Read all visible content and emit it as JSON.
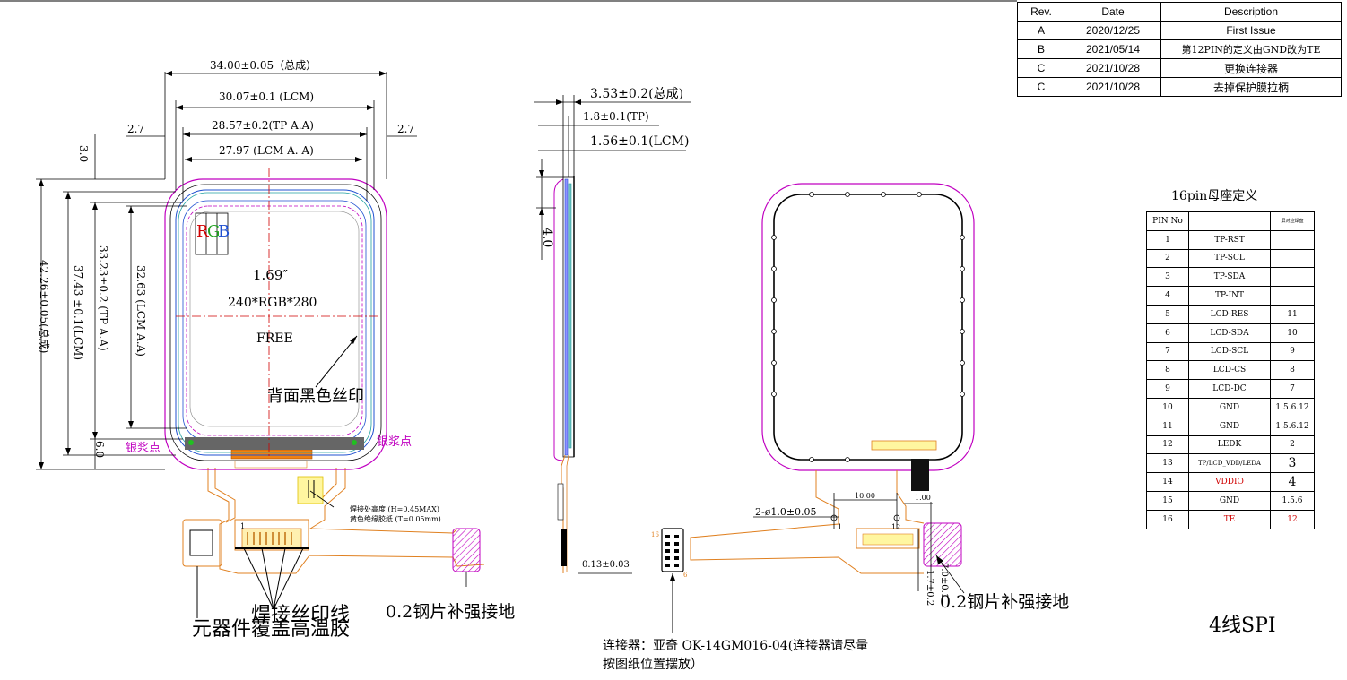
{
  "revision_table": {
    "headers": [
      "Rev.",
      "Date",
      "Description"
    ],
    "rows": [
      {
        "rev": "A",
        "date": "2020/12/25",
        "desc": "First Issue"
      },
      {
        "rev": "B",
        "date": "2021/05/14",
        "desc": "第12PIN的定义由GND改为TE"
      },
      {
        "rev": "C",
        "date": "2021/10/28",
        "desc": "更换连接器"
      },
      {
        "rev": "C",
        "date": "2021/10/28",
        "desc": "去掉保护膜拉柄"
      }
    ]
  },
  "front_view": {
    "dim_total_width": "34.00±0.05（总成）",
    "dim_lcm_width": "30.07±0.1 (LCM)",
    "dim_tp_aa_width": "28.57±0.2(TP A.A)",
    "dim_lcm_aa_width": "27.97 (LCM A. A)",
    "dim_left_margin": "2.7",
    "dim_right_margin": "2.7",
    "dim_top_margin": "3.0",
    "dim_bottom_margin": "6.0",
    "dim_total_height": "42.26±0.05(总成)",
    "dim_lcm_height": "37.43 ±0.1(LCM)",
    "dim_tp_aa_height": "33.23±0.2 (TP A.A)",
    "dim_lcm_aa_height": "32.63 (LCM A.A)",
    "rgb_r": "R",
    "rgb_g": "G",
    "rgb_b": "B",
    "size_label": "1.69″",
    "resolution_label": "240*RGB*280",
    "free_label": "FREE",
    "back_print_note": "背面黑色丝印",
    "silver_paste_left": "银浆点",
    "silver_paste_right": "银浆点",
    "solder_height_note": "焊接处高度 (H=0.45MAX)",
    "tape_note": "黄色绝缘胶纸 (T=0.05mm)",
    "pin_label_1": "1",
    "component_cover_note": "元器件覆盖高温胶",
    "solder_print_note": "焊接丝印线",
    "stiffener_note": "0.2钢片补强接地"
  },
  "side_view": {
    "dim_total_thickness": "3.53±0.2(总成)",
    "dim_tp_thickness": "1.8±0.1(TP)",
    "dim_lcm_thickness": "1.56±0.1(LCM)",
    "dim_offset": "4.0",
    "dim_fpc_thickness": "0.13±0.03"
  },
  "back_view": {
    "dim_hole": "2-ø1.0±0.05",
    "dim_pitch": "10.00",
    "dim_small": "1.00",
    "pin_1": "1",
    "pin_12": "12",
    "dim_vertical_a": "7.0±0.1",
    "dim_vertical_b": "1.7±0.2",
    "stiffener_note": "0.2钢片补强接地",
    "connector_note_line1": "连接器：亚奇 OK-14GM016-04(连接器请尽量",
    "connector_note_line2": "按图纸位置摆放）",
    "connector_pin_left": "16",
    "connector_pin_bottom": "6"
  },
  "pin_table": {
    "title": "16pin母座定义",
    "header_pin": "PIN No",
    "header_name": "",
    "header_ref": "屏对应焊盘",
    "rows": [
      {
        "no": "1",
        "name": "TP-RST",
        "ref": ""
      },
      {
        "no": "2",
        "name": "TP-SCL",
        "ref": ""
      },
      {
        "no": "3",
        "name": "TP-SDA",
        "ref": ""
      },
      {
        "no": "4",
        "name": "TP-INT",
        "ref": ""
      },
      {
        "no": "5",
        "name": "LCD-RES",
        "ref": "11"
      },
      {
        "no": "6",
        "name": "LCD-SDA",
        "ref": "10"
      },
      {
        "no": "7",
        "name": "LCD-SCL",
        "ref": "9"
      },
      {
        "no": "8",
        "name": "LCD-CS",
        "ref": "8"
      },
      {
        "no": "9",
        "name": "LCD-DC",
        "ref": "7"
      },
      {
        "no": "10",
        "name": "GND",
        "ref": "1.5.6.12"
      },
      {
        "no": "11",
        "name": "GND",
        "ref": "1.5.6.12"
      },
      {
        "no": "12",
        "name": "LEDK",
        "ref": "2"
      },
      {
        "no": "13",
        "name": "TP/LCD_VDD/LEDA",
        "ref": "3"
      },
      {
        "no": "14",
        "name": "VDDIO",
        "ref": "4"
      },
      {
        "no": "15",
        "name": "GND",
        "ref": "1.5.6"
      },
      {
        "no": "16",
        "name": "TE",
        "ref": "12"
      }
    ]
  },
  "interface_label": "4线SPI",
  "colors": {
    "outline_magenta": "#c000c0",
    "fpc_orange": "#e08020",
    "dim_line": "#000000",
    "center_line": "#d00000",
    "tp_blue": "#2050d0",
    "glass_cyan": "#20a0a0",
    "accent_red": "#d00000"
  }
}
